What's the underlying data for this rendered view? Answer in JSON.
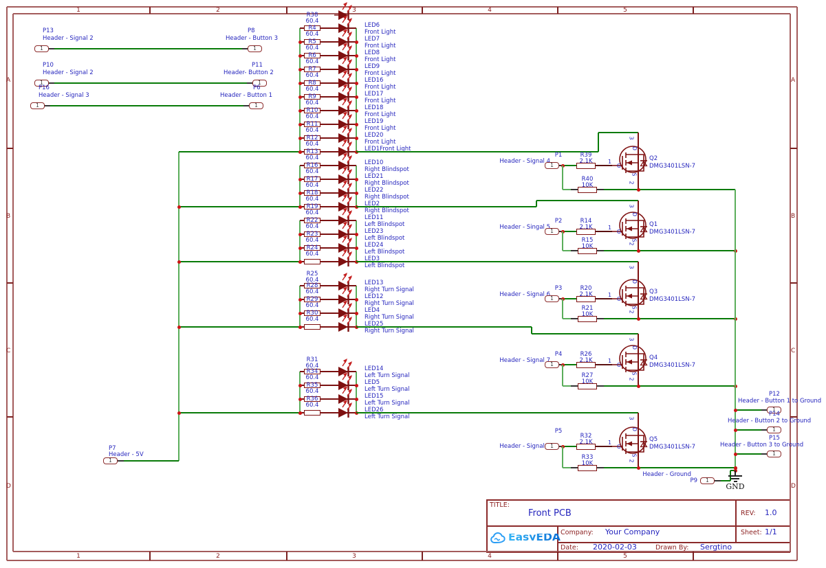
{
  "frame": {
    "columns": [
      "1",
      "2",
      "3",
      "4",
      "5"
    ],
    "rows": [
      "A",
      "B",
      "C",
      "D"
    ]
  },
  "top_headers": [
    {
      "name": "P13",
      "desc": "Header - Signal 2",
      "pin": "1"
    },
    {
      "name": "P8",
      "desc": "Header - Button 3",
      "pin": "1"
    },
    {
      "name": "P10",
      "desc": "Header - Signal 2",
      "pin": "1"
    },
    {
      "name": "P11",
      "desc": "Header- Button 2",
      "pin": "1"
    },
    {
      "name": "P16",
      "desc": "Header - Signal 3",
      "pin": "1"
    },
    {
      "name": "P6",
      "desc": "Header - Button 1",
      "pin": "1"
    }
  ],
  "led_groups": [
    {
      "function": "Front Light",
      "rows": [
        {
          "r": "R38",
          "v": "60.4",
          "led": ""
        },
        {
          "r": "R4",
          "v": "60.4",
          "led": "LED6"
        },
        {
          "r": "R5",
          "v": "60.4",
          "led": "LED7"
        },
        {
          "r": "R6",
          "v": "60.4",
          "led": "LED8"
        },
        {
          "r": "R7",
          "v": "60.4",
          "led": "LED9"
        },
        {
          "r": "R8",
          "v": "60.4",
          "led": "LED16"
        },
        {
          "r": "R9",
          "v": "60.4",
          "led": "LED17"
        },
        {
          "r": "R10",
          "v": "60.4",
          "led": "LED18"
        },
        {
          "r": "R11",
          "v": "60.4",
          "led": "LED19"
        },
        {
          "r": "R12",
          "v": "60.4",
          "led": "LED20"
        },
        {
          "r": "R13",
          "v": "60.4",
          "led": "LED1Front Light",
          "combined": true
        }
      ]
    },
    {
      "function": "Right Blindspot",
      "rows": [
        {
          "r": "R16",
          "v": "60.4",
          "led": "LED10"
        },
        {
          "r": "R17",
          "v": "60.4",
          "led": "LED21"
        },
        {
          "r": "R18",
          "v": "60.4",
          "led": "LED22"
        },
        {
          "r": "R19",
          "v": "60.4",
          "led": "LED2"
        }
      ]
    },
    {
      "function": "Left Blindspot",
      "rows": [
        {
          "r": "R22",
          "v": "60.4",
          "led": "LED11"
        },
        {
          "r": "R23",
          "v": "60.4",
          "led": "LED23"
        },
        {
          "r": "R24",
          "v": "60.4",
          "led": "LED24"
        },
        {
          "r": "",
          "v": "",
          "led": "LED3"
        }
      ]
    },
    {
      "function": "Right Turn Signal",
      "leading": {
        "r": "R25",
        "v": "60.4"
      },
      "rows": [
        {
          "r": "R28",
          "v": "60.4",
          "led": "LED13"
        },
        {
          "r": "R29",
          "v": "60.4",
          "led": "LED12"
        },
        {
          "r": "R30",
          "v": "60.4",
          "led": "LED4"
        },
        {
          "r": "",
          "v": "",
          "led": "LED25"
        }
      ]
    },
    {
      "function": "Left Turn Signal",
      "leading": {
        "r": "R31",
        "v": "60.4"
      },
      "rows": [
        {
          "r": "R34",
          "v": "60.4",
          "led": "LED14"
        },
        {
          "r": "R35",
          "v": "60.4",
          "led": "LED5"
        },
        {
          "r": "R36",
          "v": "60.4",
          "led": "LED15"
        },
        {
          "r": "",
          "v": "",
          "led": "LED26"
        }
      ]
    }
  ],
  "drivers": [
    {
      "connector": "P1",
      "desc": "Header - Signal 4",
      "pin": "1",
      "gate_resistor": {
        "name": "R39",
        "value": "2.1K"
      },
      "pulldown_resistor": {
        "name": "R40",
        "value": "10K"
      },
      "transistor": {
        "name": "Q2",
        "part": "DMG3401LSN-7",
        "drain_pin": "3",
        "source_pin": "2",
        "gate_pin": "1",
        "drain_label": "D",
        "source_label": "S",
        "gate_label": "G"
      }
    },
    {
      "connector": "P2",
      "desc": "Header - Singal 5",
      "pin": "1",
      "gate_resistor": {
        "name": "R14",
        "value": "2.1K"
      },
      "pulldown_resistor": {
        "name": "R15",
        "value": "10K"
      },
      "transistor": {
        "name": "Q1",
        "part": "DMG3401LSN-7",
        "drain_pin": "3",
        "source_pin": "2",
        "gate_pin": "1",
        "drain_label": "D",
        "source_label": "S",
        "gate_label": "G"
      }
    },
    {
      "connector": "P3",
      "desc": "Header - Signal 6",
      "pin": "1",
      "gate_resistor": {
        "name": "R20",
        "value": "2.1K"
      },
      "pulldown_resistor": {
        "name": "R21",
        "value": "10K"
      },
      "transistor": {
        "name": "Q3",
        "part": "DMG3401LSN-7",
        "drain_pin": "3",
        "source_pin": "2",
        "gate_pin": "1",
        "drain_label": "D",
        "source_label": "S",
        "gate_label": "G"
      }
    },
    {
      "connector": "P4",
      "desc": "Header - Signal 7",
      "pin": "1",
      "gate_resistor": {
        "name": "R26",
        "value": "2.1K"
      },
      "pulldown_resistor": {
        "name": "R27",
        "value": "10K"
      },
      "transistor": {
        "name": "Q4",
        "part": "DMG3401LSN-7",
        "drain_pin": "3",
        "source_pin": "2",
        "gate_pin": "1",
        "drain_label": "D",
        "source_label": "S",
        "gate_label": "G"
      }
    },
    {
      "connector": "P5",
      "desc": "Header - Signal 8",
      "pin": "1",
      "gate_resistor": {
        "name": "R32",
        "value": "2.1K"
      },
      "pulldown_resistor": {
        "name": "R33",
        "value": "10K"
      },
      "transistor": {
        "name": "Q5",
        "part": "DMG3401LSN-7",
        "drain_pin": "3",
        "source_pin": "2",
        "gate_pin": "1",
        "drain_label": "D",
        "source_label": "S",
        "gate_label": "G"
      }
    }
  ],
  "ground_headers": [
    {
      "name": "P12",
      "desc": "Header - Button 1 to Ground",
      "pin": "1"
    },
    {
      "name": "P14",
      "desc": "Header - Button 2 to Ground",
      "pin": "1"
    },
    {
      "name": "P15",
      "desc": "Header - Button 3 to Ground",
      "pin": "1"
    }
  ],
  "power_header": {
    "name": "P7",
    "desc": "Header - 5V",
    "pin": "1"
  },
  "gnd_header": {
    "name": "P9",
    "desc": "Header - Ground",
    "pin": "1"
  },
  "gnd_label": "GND",
  "title_block": {
    "title_label": "TITLE:",
    "title": "Front PCB",
    "rev_label": "REV:",
    "rev": "1.0",
    "company_label": "Company:",
    "company": "Your Company",
    "sheet_label": "Sheet:",
    "sheet": "1/1",
    "date_label": "Date:",
    "date": "2020-02-03",
    "drawn_label": "Drawn By:",
    "drawn": "Sergtino"
  },
  "logo": {
    "text": "EasyEDA"
  },
  "colors": {
    "wire": "#077a07",
    "bus": "#5aad5a",
    "component": "#7e1010",
    "blue": "#2424bd",
    "red_label": "#8b1f1f",
    "junction": "#cc1414",
    "frame": "#a35b5b"
  }
}
